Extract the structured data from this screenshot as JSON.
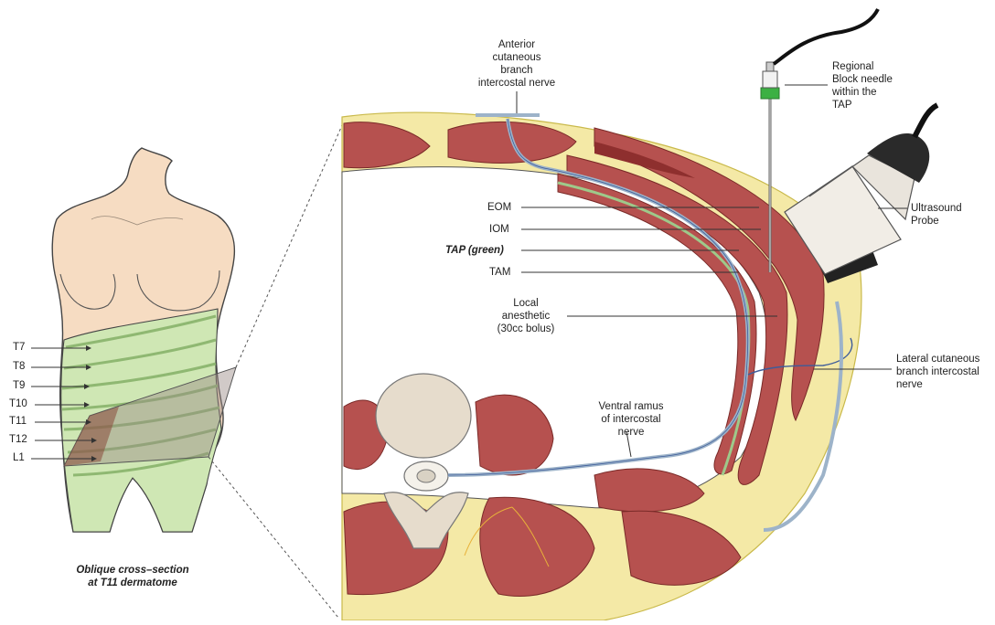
{
  "torso": {
    "dermatomes": [
      "T7",
      "T8",
      "T9",
      "T10",
      "T11",
      "T12",
      "L1"
    ],
    "caption_line1": "Oblique cross–section",
    "caption_line2": "at T11 dermatome"
  },
  "labels": {
    "anterior_nerve": "Anterior\ncutaneous\nbranch\nintercostal nerve",
    "needle": "Regional\nBlock needle\nwithin the\nTAP",
    "probe": "Ultrasound\nProbe",
    "eom": "EOM",
    "iom": "IOM",
    "tap": "TAP (green)",
    "tam": "TAM",
    "anesthetic": "Local\nanesthetic\n(30cc bolus)",
    "lateral_nerve": "Lateral cutaneous\nbranch intercostal\nnerve",
    "ventral_ramus": "Ventral ramus\nof intercostal\nnerve"
  },
  "colors": {
    "skin": "#f6dcc2",
    "skin_outline": "#444444",
    "dermatome_green": "#cfe7b4",
    "dermatome_stripe": "#8fb872",
    "muscle": "#b6514f",
    "muscle_dark": "#8e2f2e",
    "fat": "#f4e9a6",
    "fat_outline": "#c9b94a",
    "nerve": "#9db3c9",
    "nerve_dark": "#3e5c9a",
    "bone": "#e6dccc",
    "probe_body": "#f1ede6",
    "needle_hub": "#3cb043"
  }
}
